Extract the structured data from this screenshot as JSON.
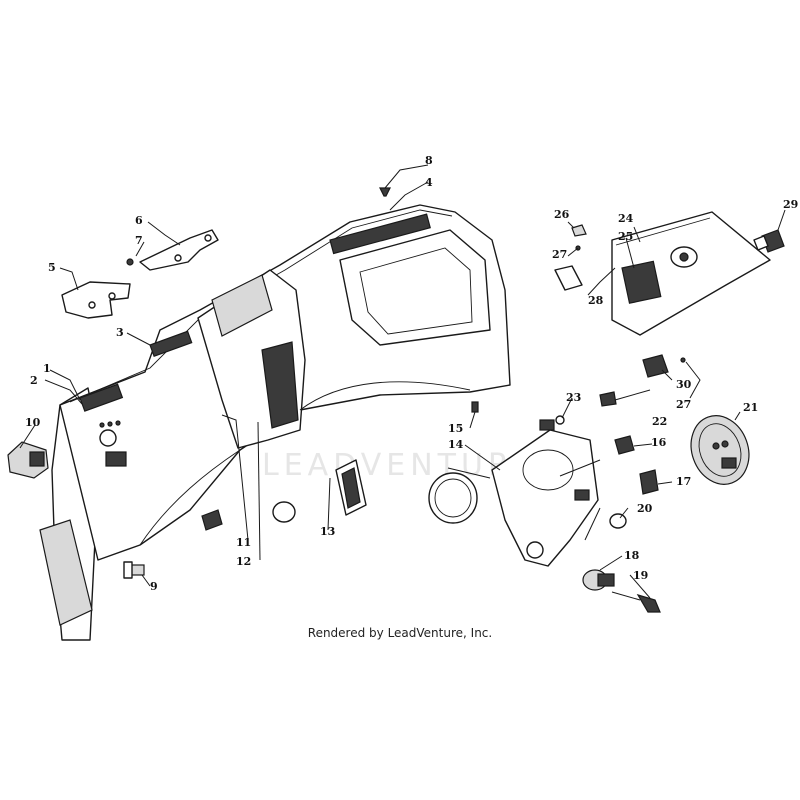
{
  "watermark": "LEADVENTURE",
  "footer": {
    "credit": "Rendered by LeadVenture, Inc."
  },
  "callouts": {
    "c1": "1",
    "c2": "2",
    "c3": "3",
    "c4": "4",
    "c5": "5",
    "c6": "6",
    "c7": "7",
    "c8": "8",
    "c9": "9",
    "c10": "10",
    "c11": "11",
    "c12": "12",
    "c13": "13",
    "c14": "14",
    "c15": "15",
    "c16": "16",
    "c17": "17",
    "c18": "18",
    "c19": "19",
    "c20": "20",
    "c21": "21",
    "c22": "22",
    "c23": "23",
    "c24": "24",
    "c25": "25",
    "c26": "26",
    "c27a": "27",
    "c27b": "27",
    "c28": "28",
    "c29": "29",
    "c30": "30"
  }
}
